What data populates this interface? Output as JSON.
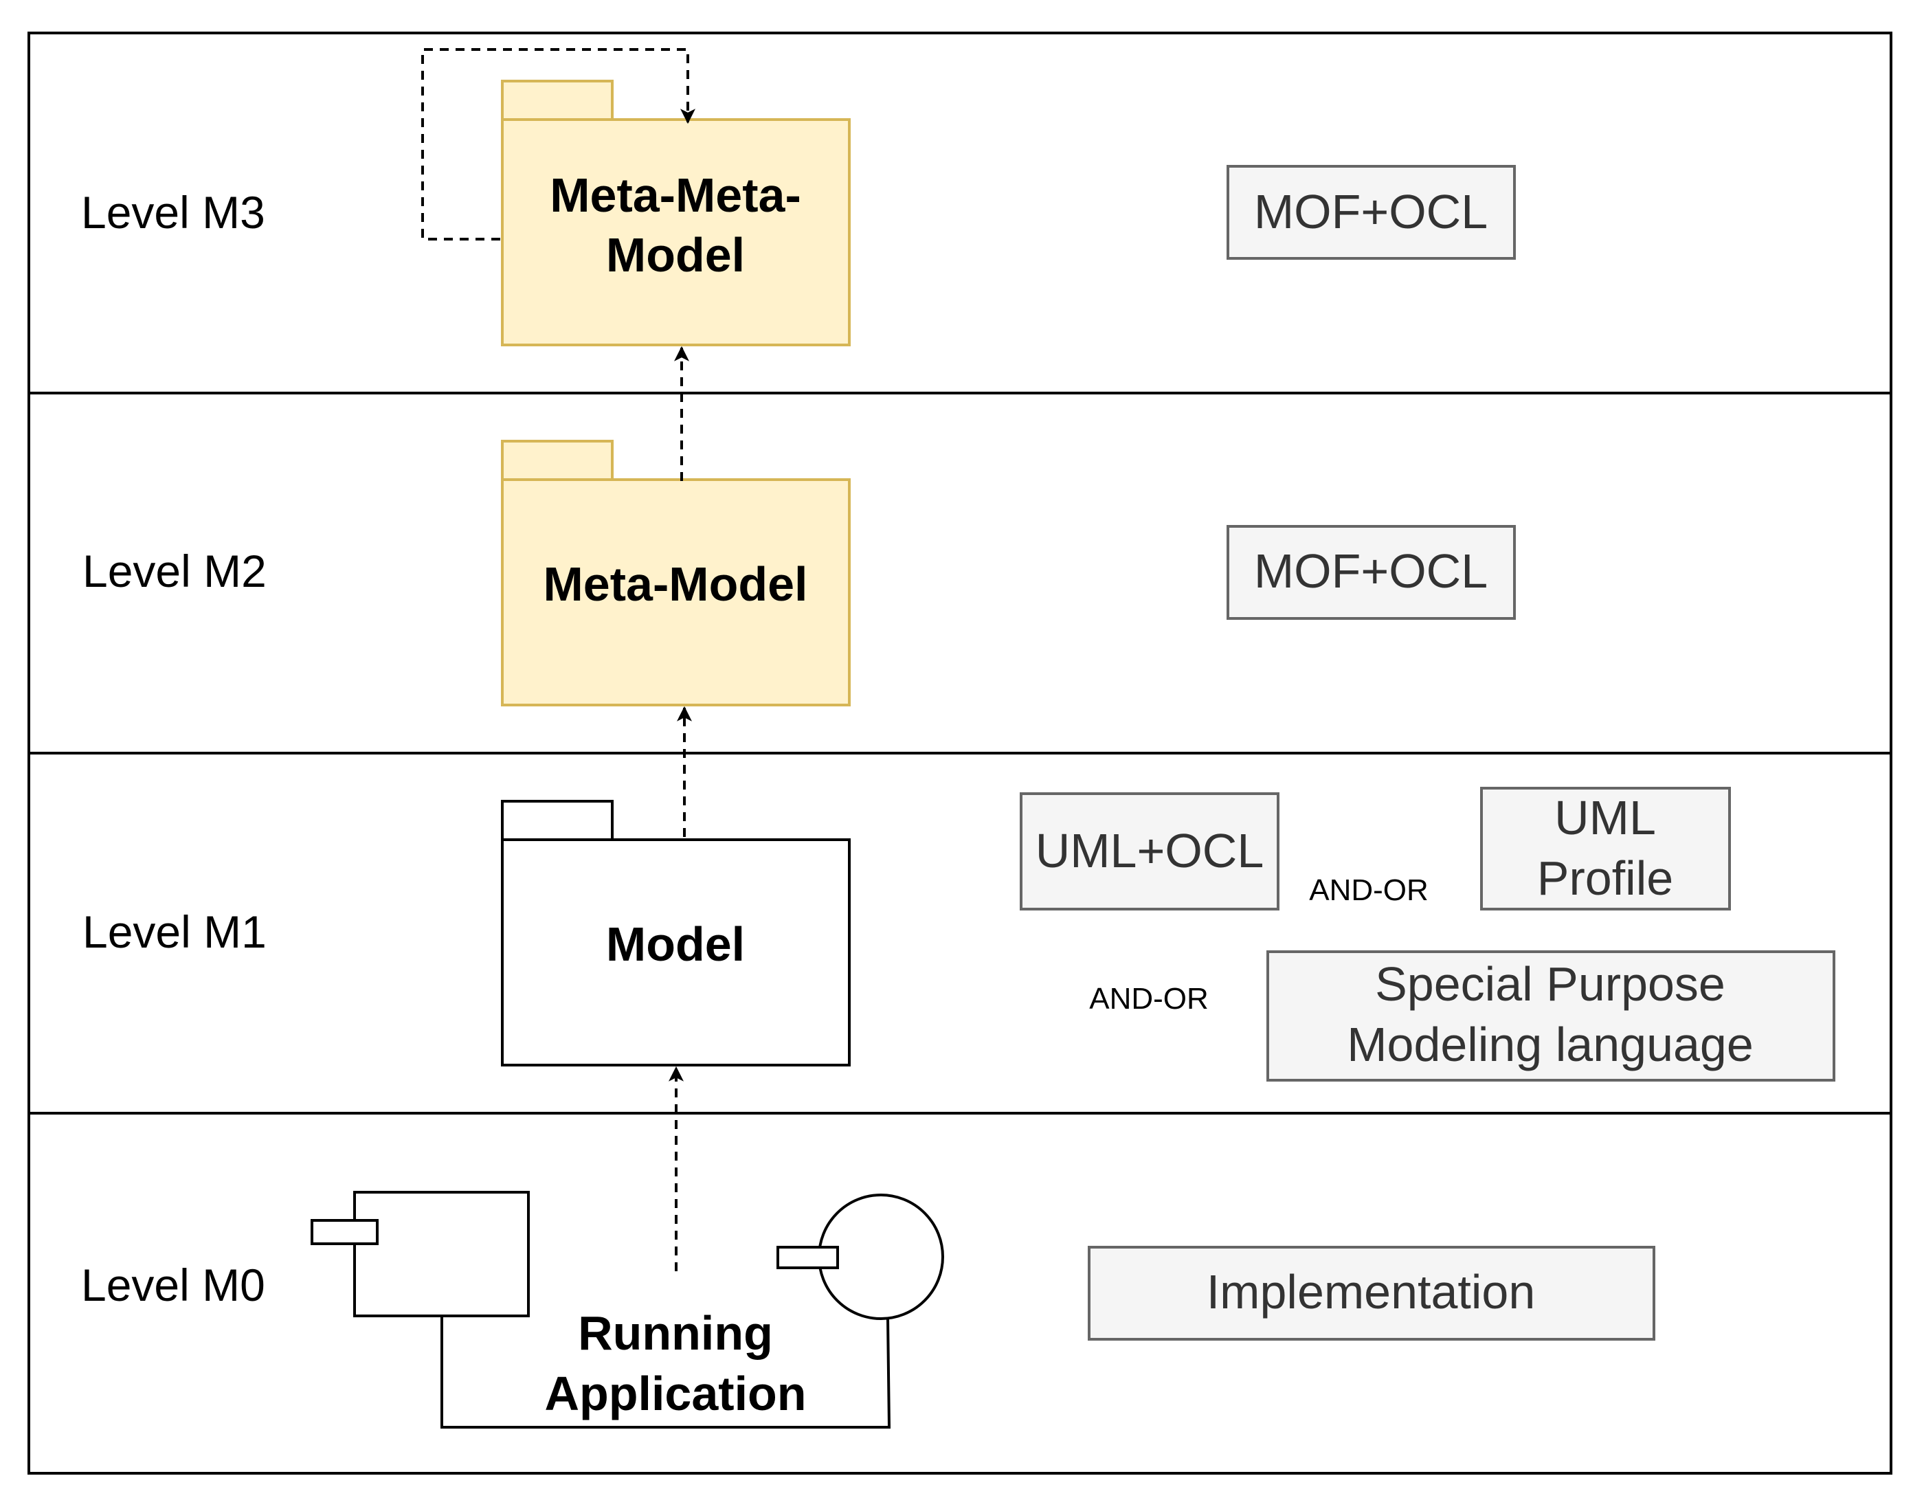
{
  "colors": {
    "package_fill": "#fff2cc",
    "package_stroke": "#d6b656",
    "box_fill": "#f5f5f5",
    "box_stroke": "#666666",
    "line": "#000000"
  },
  "levels": {
    "m3": "Level M3",
    "m2": "Level M2",
    "m1": "Level M1",
    "m0": "Level M0"
  },
  "packages": {
    "meta_meta_model": [
      "Meta-Meta-",
      "Model"
    ],
    "meta_model": "Meta-Model",
    "model": "Model"
  },
  "running_application": [
    "Running",
    "Application"
  ],
  "boxes": {
    "m3_lang": "MOF+OCL",
    "m2_lang": "MOF+OCL",
    "uml_ocl": "UML+OCL",
    "uml_profile": [
      "UML",
      "Profile"
    ],
    "special_purpose": [
      "Special Purpose",
      "Modeling language"
    ],
    "implementation": "Implementation"
  },
  "connectors": {
    "and_or_1": "AND-OR",
    "and_or_2": "AND-OR"
  },
  "icons": [
    "arrowhead-icon",
    "component-icon",
    "interface-icon"
  ]
}
